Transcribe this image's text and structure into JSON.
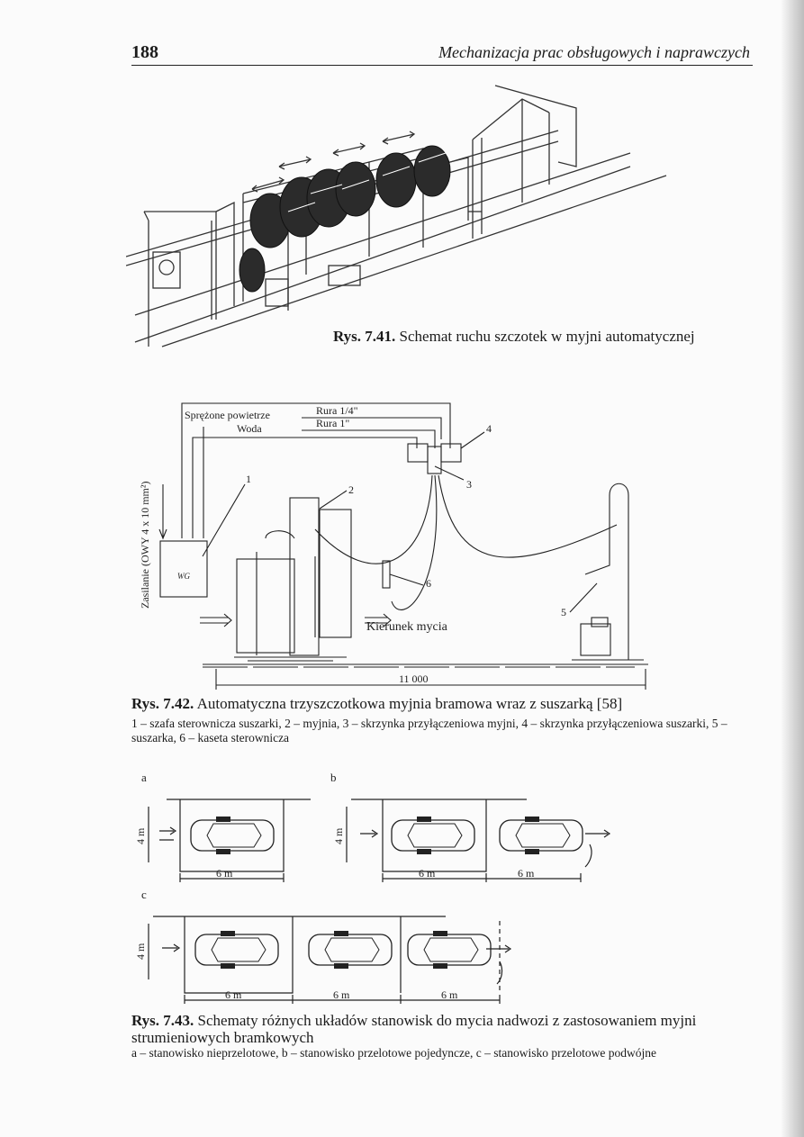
{
  "header": {
    "page_number": "188",
    "running_title": "Mechanizacja prac obsługowych i naprawczych"
  },
  "fig741": {
    "label": "Rys. 7.41.",
    "caption": "Schemat ruchu szczotek w myjni automatycznej"
  },
  "fig742": {
    "label": "Rys. 7.42.",
    "caption": "Automatyczna trzyszczotkowa myjnia bramowa wraz z suszarką [58]",
    "legend": "1 – szafa sterownicza suszarki, 2 – myjnia, 3 – skrzynka przyłączeniowa myjni, 4 – skrzynka przyłączeniowa suszarki, 5 – suszarka, 6 – kaseta sterownicza",
    "labels": {
      "air": "Sprężone powietrze",
      "water": "Woda",
      "pipe1": "Rura 1/4\"",
      "pipe2": "Rura 1\"",
      "supply": "Zasilanie (OWY 4 x 10 mm²)",
      "direction": "Kierunek mycia",
      "length": "11 000",
      "cabinet": "WG",
      "n1": "1",
      "n2": "2",
      "n3": "3",
      "n4": "4",
      "n5": "5",
      "n6": "6"
    }
  },
  "fig743": {
    "label": "Rys. 7.43.",
    "caption": "Schematy różnych układów stanowisk do mycia nadwozi z zastosowaniem myjni strumieniowych bramkowych",
    "legend": "a – stanowisko nieprzelotowe, b – stanowisko przelotowe pojedyncze, c – stanowisko przelotowe podwójne",
    "labels": {
      "a": "a",
      "b": "b",
      "c": "c",
      "width": "4 m",
      "length": "6 m"
    }
  }
}
